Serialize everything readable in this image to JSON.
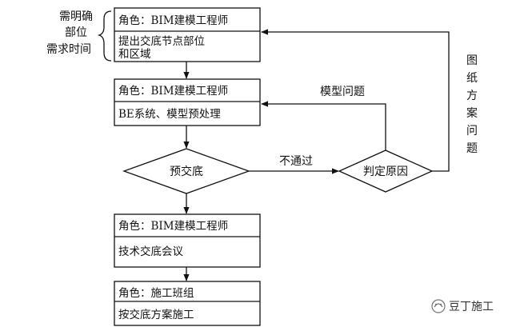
{
  "left_note": {
    "lines": [
      "需明确",
      "部位",
      "需求时间"
    ]
  },
  "boxes": [
    {
      "role": "角色：BIM建模工程师",
      "task_lines": [
        "提出交底节点部位",
        "和区域"
      ]
    },
    {
      "role": "角色：BIM建模工程师",
      "task_lines": [
        "BE系统、模型预处理"
      ]
    },
    {
      "role": "角色：BIM建模工程师",
      "task_lines": [
        "技术交底会议"
      ]
    },
    {
      "role": "角色：施工班组",
      "task_lines": [
        "按交底方案施工"
      ]
    }
  ],
  "diamonds": {
    "pre_briefing": "预交底",
    "judge_cause": "判定原因"
  },
  "edges": {
    "fail_label": "不通过",
    "model_issue_label": "模型问题",
    "drawing_issue_label": "图纸方案问题"
  },
  "watermark": {
    "text": "豆丁施工",
    "icon": "bean-logo-icon"
  },
  "colors": {
    "line": "#111111",
    "background": "#ffffff"
  }
}
